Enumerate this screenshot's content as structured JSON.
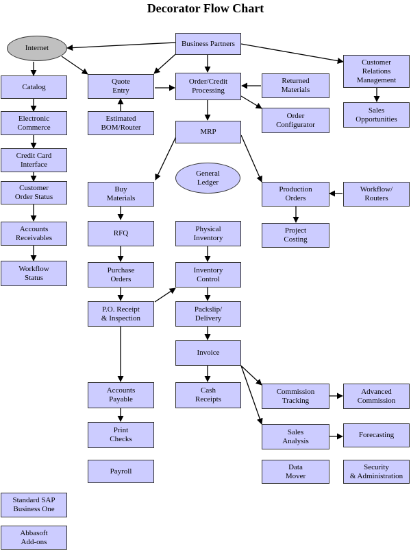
{
  "title": "Decorator Flow Chart",
  "nodes": {
    "internet": "Internet",
    "business_partners": "Business Partners",
    "customer_relations": "Customer\nRelations\nManagement",
    "catalog": "Catalog",
    "quote_entry": "Quote\nEntry",
    "order_credit": "Order/Credit\nProcessing",
    "returned_materials": "Returned\nMaterials",
    "sales_opportunities": "Sales\nOpportunities",
    "electronic_commerce": "Electronic\nCommerce",
    "estimated_bom": "Estimated\nBOM/Router",
    "mrp": "MRP",
    "order_configurator": "Order\nConfigurator",
    "credit_card": "Credit Card\nInterface",
    "general_ledger": "General\nLedger",
    "customer_order_status": "Customer\nOrder Status",
    "buy_materials": "Buy\nMaterials",
    "production_orders": "Production\nOrders",
    "workflow_routers": "Workflow/\nRouters",
    "accounts_receivables": "Accounts\nReceivables",
    "rfq": "RFQ",
    "physical_inventory": "Physical\nInventory",
    "project_costing": "Project\nCosting",
    "workflow_status": "Workflow\nStatus",
    "purchase_orders": "Purchase\nOrders",
    "inventory_control": "Inventory\nControl",
    "po_receipt": "P.O. Receipt\n& Inspection",
    "packslip": "Packslip/\nDelivery",
    "invoice": "Invoice",
    "accounts_payable": "Accounts\nPayable",
    "cash_receipts": "Cash\nReceipts",
    "commission_tracking": "Commission\nTracking",
    "advanced_commission": "Advanced\nCommission",
    "print_checks": "Print\nChecks",
    "sales_analysis": "Sales\nAnalysis",
    "forecasting": "Forecasting",
    "payroll": "Payroll",
    "data_mover": "Data\nMover",
    "security_admin": "Security\n& Administration",
    "standard_sap": "Standard SAP\nBusiness One",
    "abbasoft": "Abbasoft\nAdd-ons"
  }
}
